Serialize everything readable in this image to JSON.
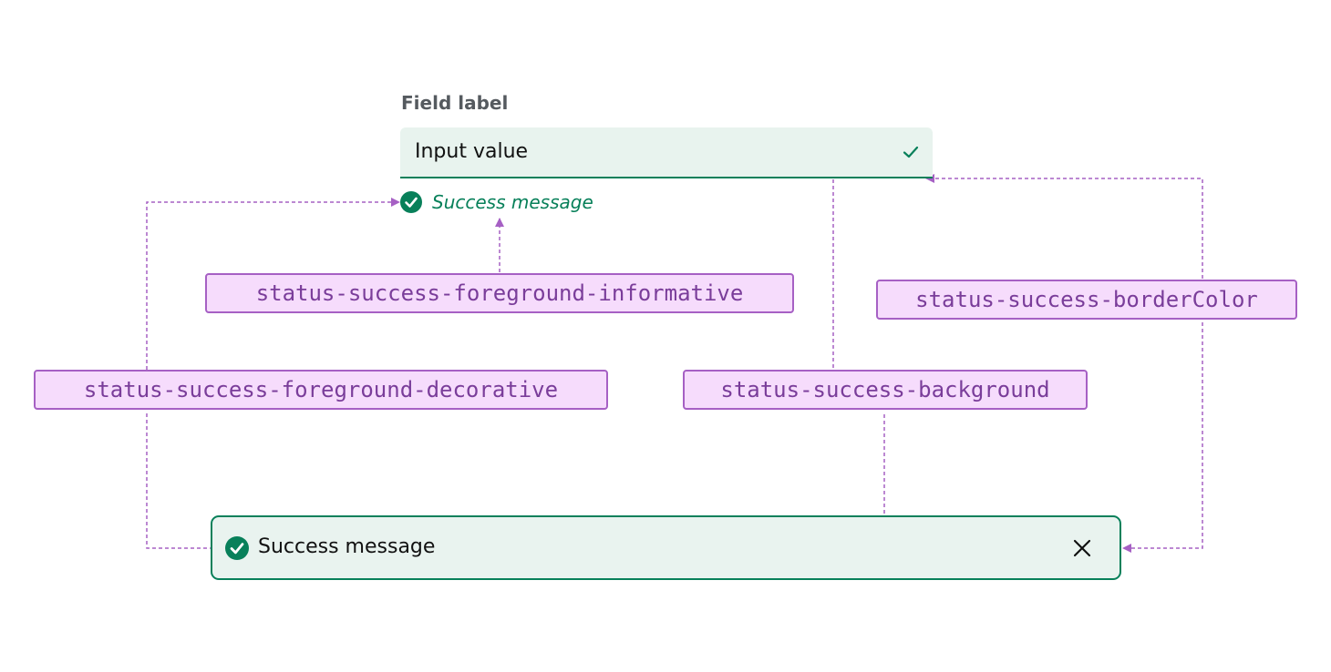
{
  "field": {
    "label": "Field label",
    "value": "Input value",
    "success_message": "Success message"
  },
  "tokens": {
    "foreground_informative": "status-success-foreground-informative",
    "foreground_decorative": "status-success-foreground-decorative",
    "background": "status-success-background",
    "border_color": "status-success-borderColor"
  },
  "banner": {
    "message": "Success message"
  },
  "icons": {
    "field_status": "checkmark-icon",
    "message_status": "success-circle-icon",
    "banner_status": "success-circle-icon",
    "banner_close": "close-icon"
  },
  "colors": {
    "success_foreground": "#08805a",
    "success_background": "#e8f3ee",
    "success_border": "#08805a",
    "token_fill": "#f6dcfc",
    "token_border": "#a660c4",
    "connector": "#a660c4"
  }
}
